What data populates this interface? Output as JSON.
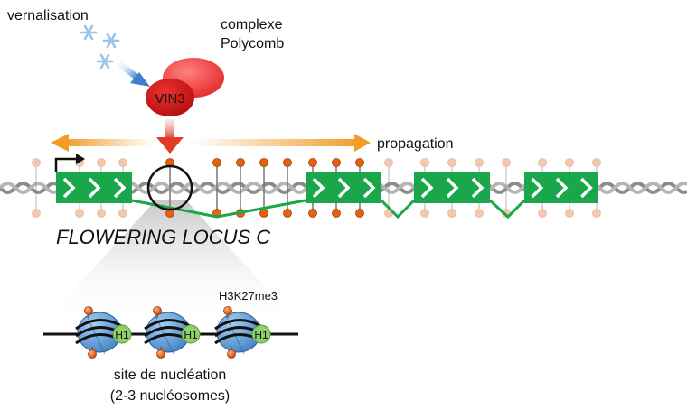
{
  "labels": {
    "vernalisation": "vernalisation",
    "complex_line1": "complexe",
    "complex_line2": "Polycomb",
    "vin3": "VIN3",
    "propagation": "propagation",
    "gene_name": "FLOWERING LOCUS C",
    "histone_mark": "H3K27me3",
    "h1": "H1",
    "nucleation_line1": "site de nucléation",
    "nucleation_line2": "(2-3 nucléosomes)"
  },
  "colors": {
    "exon_green": "#1aa64a",
    "dna_gray": "#8c8c8c",
    "vin3_red": "#d31b1b",
    "polycomb_red": "#ee3a3a",
    "arrow_orange": "#f29d2a",
    "nucleosome_blue": "#4d8fd0",
    "h1_green": "#8fd06a",
    "mark_orange": "#e8610f"
  },
  "icons": {
    "cold": "snowflake-icon",
    "transcription_start": "tss-arrow-icon"
  }
}
